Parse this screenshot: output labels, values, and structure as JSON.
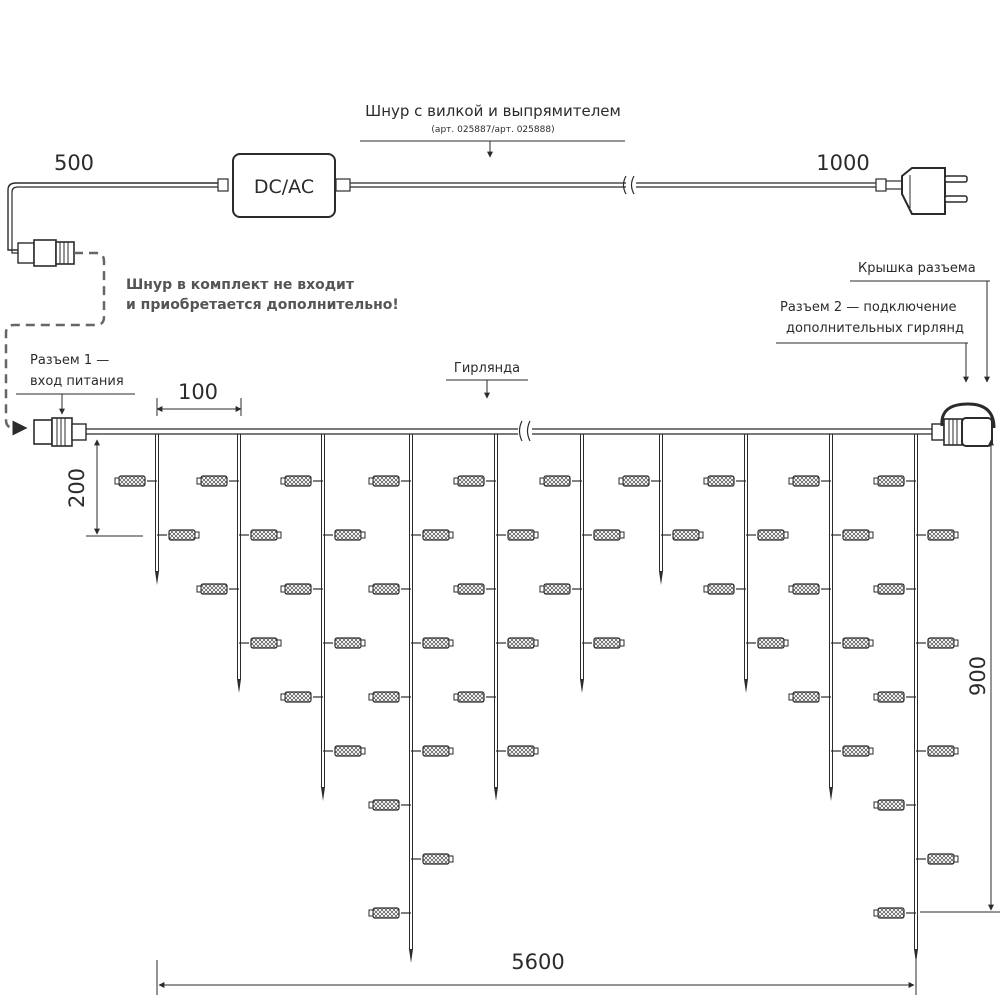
{
  "cord": {
    "title": "Шнур с вилкой и выпрямителем",
    "articles": "(арт. 025887/арт. 025888)",
    "converter_label": "DC/AC",
    "left_length": "500",
    "right_length": "1000"
  },
  "note": {
    "line1": "Шнур в комплект не входит",
    "line2": "и приобретается дополнительно!"
  },
  "connector1": {
    "line1": "Разъем 1 —",
    "line2": "вход питания"
  },
  "connector_cap": "Крышка разъема",
  "connector2": {
    "line1": "Разъем 2 — подключение",
    "line2": "дополнительных гирлянд"
  },
  "garland": {
    "label": "Гирлянда",
    "strand_lengths_led_count": [
      2,
      4,
      6,
      9,
      6,
      4,
      2,
      4,
      6,
      9
    ]
  },
  "dimensions": {
    "spacing": "100",
    "first_drop": "200",
    "max_drop": "900",
    "total_length": "5600"
  },
  "colors": {
    "line": "#2b2b2b",
    "dashed": "#666666",
    "note_text": "#555555"
  }
}
